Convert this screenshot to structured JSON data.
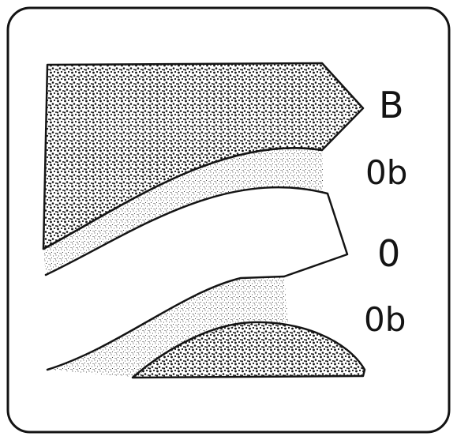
{
  "labels": {
    "top": "B",
    "upper_transition": "0b",
    "middle": "0",
    "lower_transition": "0b"
  },
  "colors": {
    "ink": "#141414",
    "paper": "#ffffff"
  },
  "fills": {
    "coarse_stipple": "dense-dots",
    "fine_stipple": "fine-dots",
    "clear": "none"
  }
}
